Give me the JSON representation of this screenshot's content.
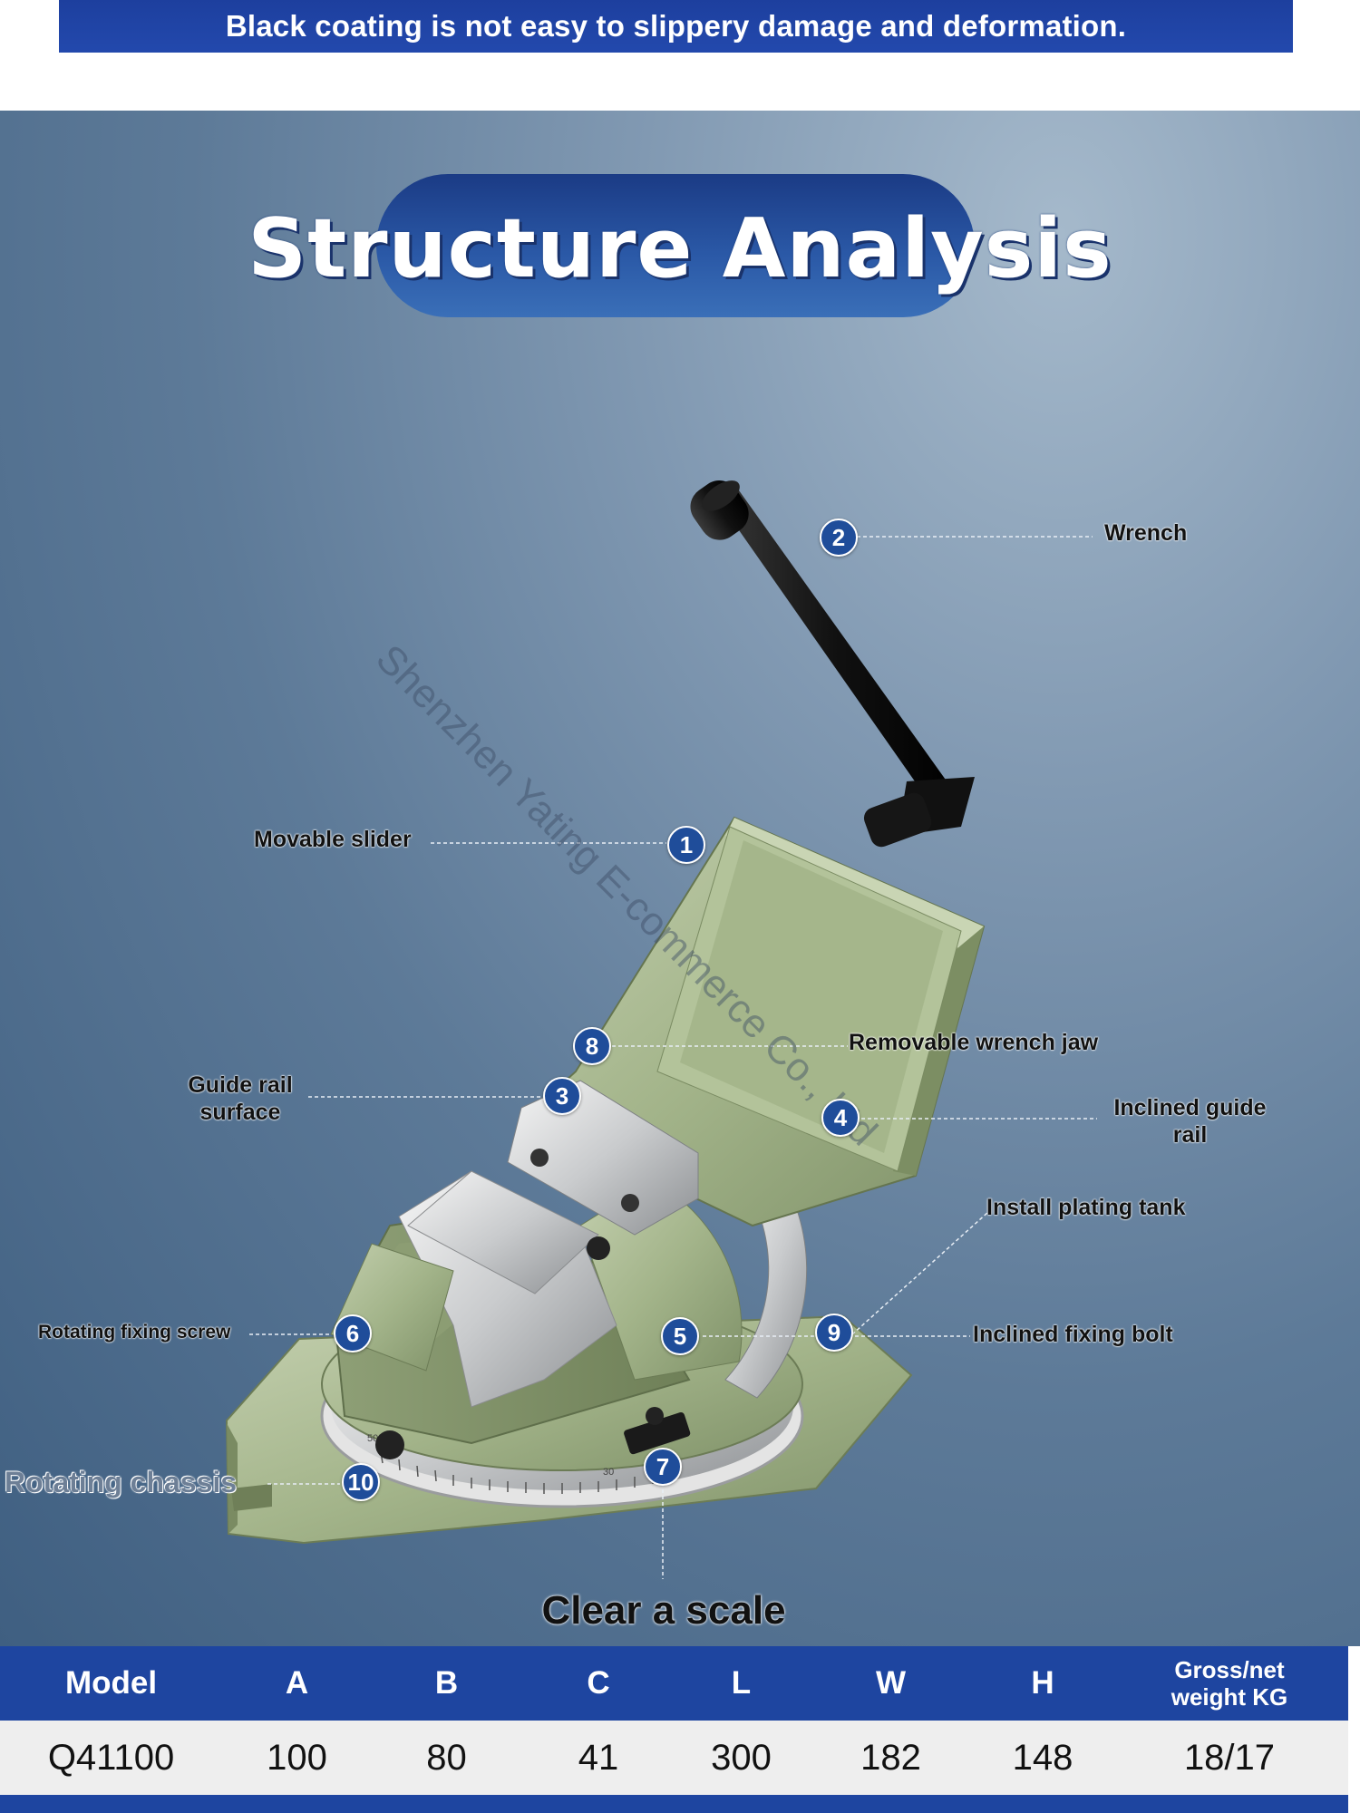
{
  "banner": {
    "text": "Black coating is not easy to slippery damage and deformation."
  },
  "title": "Structure Analysis",
  "watermark": "Shenzhen Yating E-commerce Co., Ltd",
  "callouts": [
    {
      "number": "1",
      "label": "Movable slider"
    },
    {
      "number": "2",
      "label": "Wrench"
    },
    {
      "number": "3",
      "label": "Guide rail surface"
    },
    {
      "number": "4",
      "label": "Inclined guide rail"
    },
    {
      "number": "5",
      "label": "Inclined fixing bolt"
    },
    {
      "number": "6",
      "label": "Rotating fixing screw"
    },
    {
      "number": "7",
      "label": "Clear a scale"
    },
    {
      "number": "8",
      "label": "Removable wrench jaw"
    },
    {
      "number": "9",
      "label": "Install plating tank"
    },
    {
      "number": "10",
      "label": "Rotating chassis"
    }
  ],
  "scale_labels": [
    "50",
    "30"
  ],
  "spec_table": {
    "headers": [
      "Model",
      "A",
      "B",
      "C",
      "L",
      "W",
      "H",
      "Gross/net weight KG"
    ],
    "rows": [
      [
        "Q41100",
        "100",
        "80",
        "41",
        "300",
        "182",
        "148",
        "18/17"
      ]
    ]
  },
  "colors": {
    "brand_blue": "#1e45a0",
    "vise_green": "#a8b88f",
    "marker_blue": "#1f4d9a"
  }
}
